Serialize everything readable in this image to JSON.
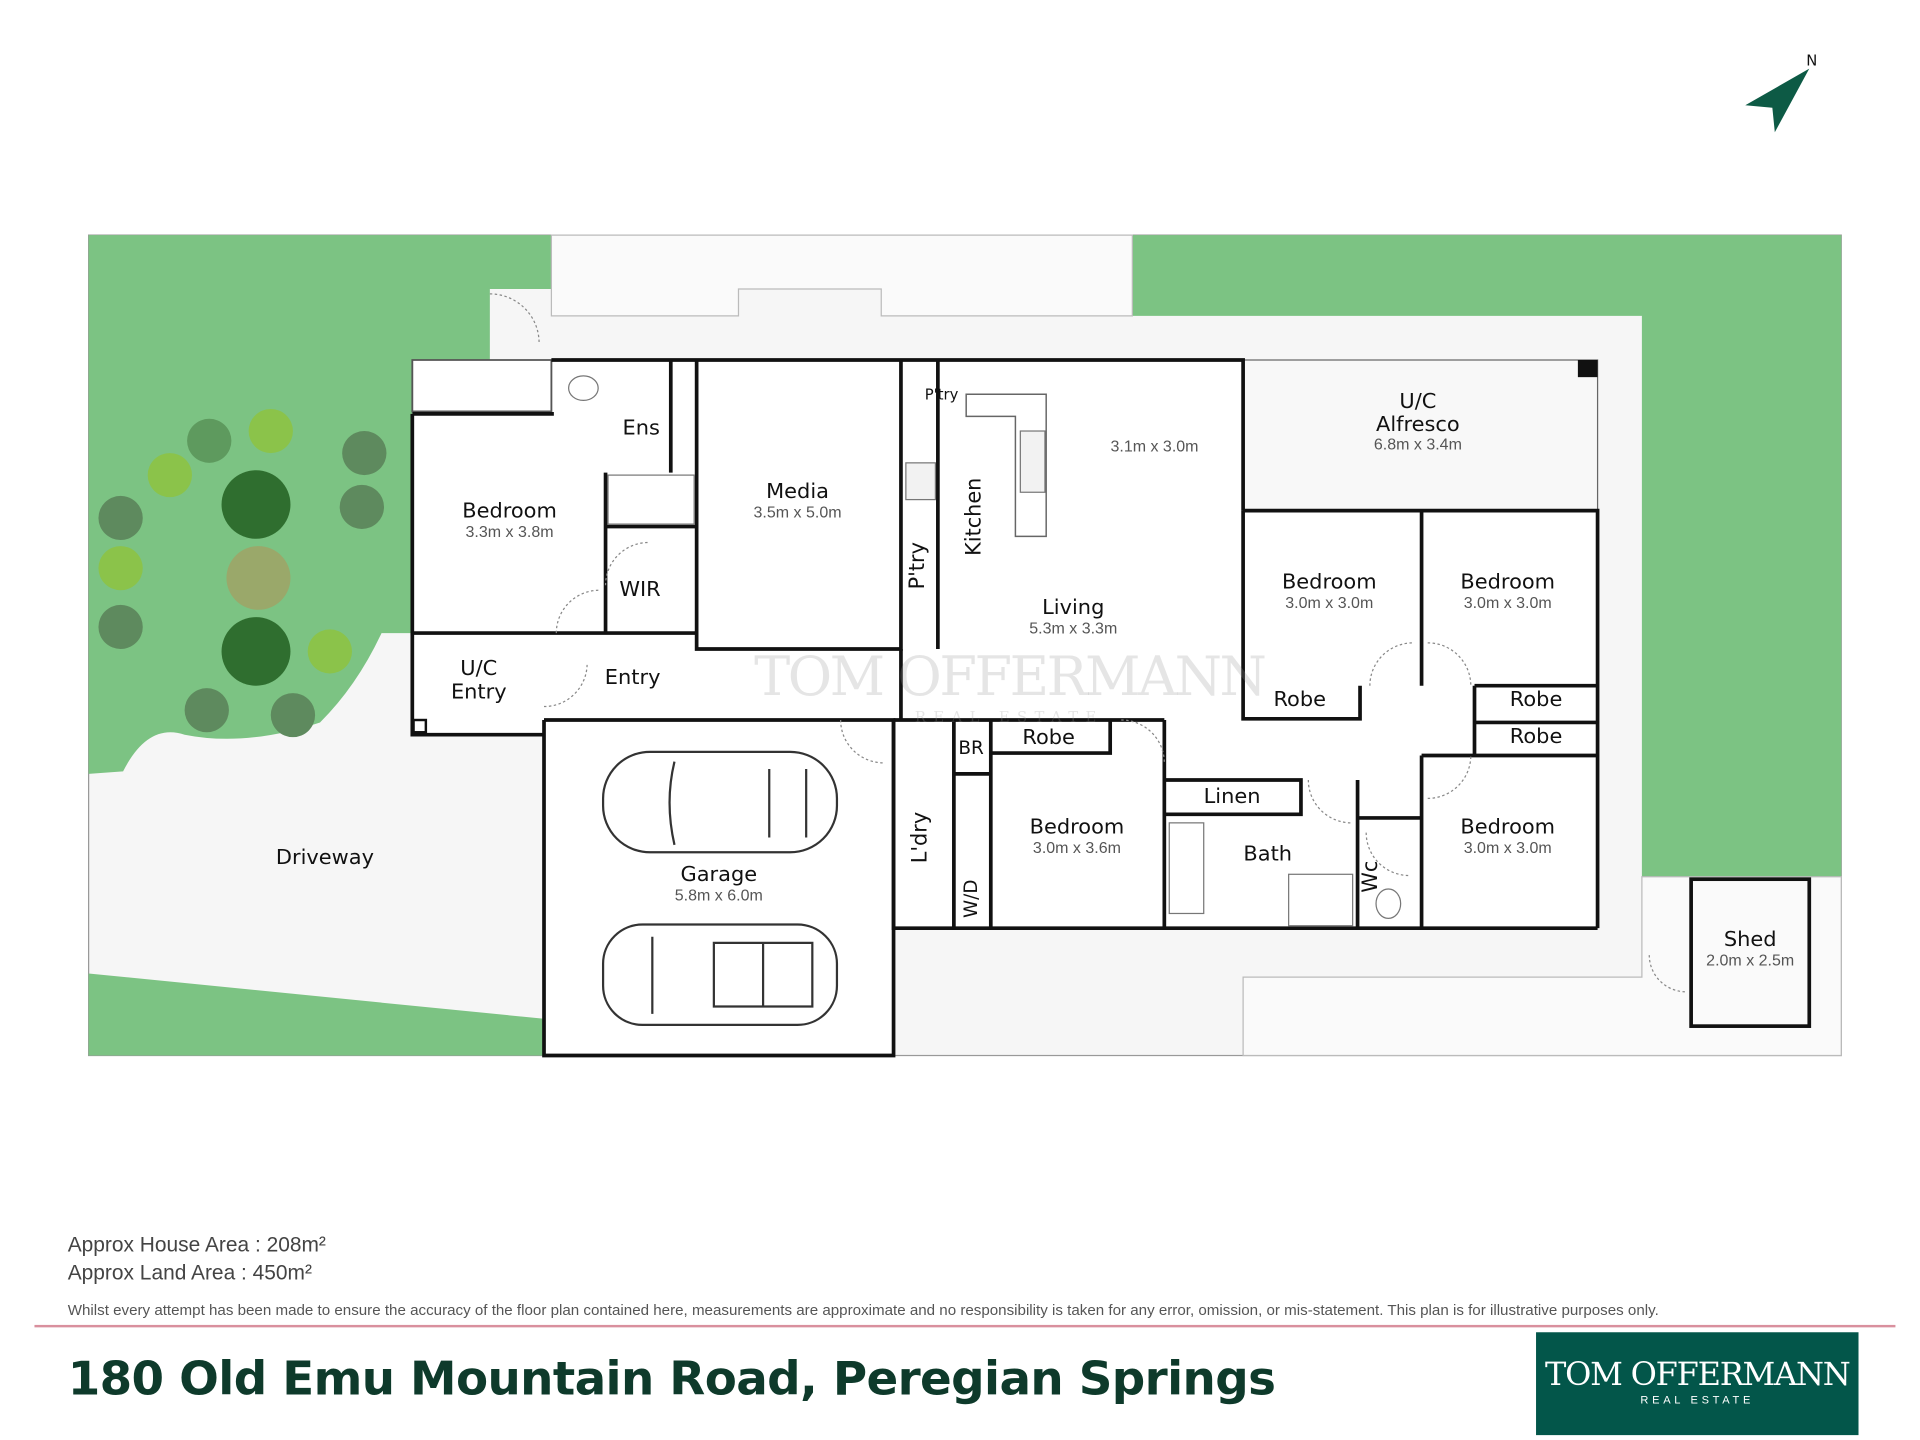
{
  "rooms": {
    "bedroom_main": {
      "name": "Bedroom",
      "dim": "3.3m x 3.8m"
    },
    "ens": {
      "name": "Ens"
    },
    "wir": {
      "name": "WIR"
    },
    "media": {
      "name": "Media",
      "dim": "3.5m x 5.0m"
    },
    "pantry_top": {
      "name": "P'try"
    },
    "pantry_side": {
      "name": "P'try"
    },
    "kitchen": {
      "name": "Kitchen",
      "dim": "3.1m x 3.0m"
    },
    "living": {
      "name": "Living",
      "dim": "5.3m x 3.3m"
    },
    "alfresco": {
      "name": "U/C",
      "name2": "Alfresco",
      "dim": "6.8m x 3.4m"
    },
    "bedroom_2": {
      "name": "Bedroom",
      "dim": "3.0m x 3.0m"
    },
    "bedroom_3": {
      "name": "Bedroom",
      "dim": "3.0m x 3.0m"
    },
    "bedroom_4": {
      "name": "Bedroom",
      "dim": "3.0m x 3.0m"
    },
    "bedroom_5": {
      "name": "Bedroom",
      "dim": "3.0m x 3.6m"
    },
    "robe_1": {
      "name": "Robe"
    },
    "robe_2": {
      "name": "Robe"
    },
    "robe_3": {
      "name": "Robe"
    },
    "robe_4": {
      "name": "Robe"
    },
    "uc_entry": {
      "name": "U/C",
      "name2": "Entry"
    },
    "entry": {
      "name": "Entry"
    },
    "garage": {
      "name": "Garage",
      "dim": "5.8m x 6.0m"
    },
    "br": {
      "name": "BR"
    },
    "laundry": {
      "name": "L'dry"
    },
    "wd": {
      "name": "W/D"
    },
    "linen": {
      "name": "Linen"
    },
    "bath": {
      "name": "Bath"
    },
    "wc": {
      "name": "Wc"
    },
    "driveway": {
      "name": "Driveway"
    },
    "shed": {
      "name": "Shed",
      "dim": "2.0m x 2.5m"
    }
  },
  "compass": {
    "label": "N"
  },
  "watermark": {
    "line1": "TOM OFFERMANN",
    "line2": "REAL ESTATE"
  },
  "footer": {
    "house_area": "Approx House Area : 208m²",
    "land_area": "Approx Land Area : 450m²",
    "disclaimer": "Whilst every attempt has been made to ensure the accuracy of the floor plan contained here, measurements are approximate and no responsibility is taken for any error, omission, or mis-statement. This plan is for illustrative purposes only.",
    "address": "180 Old Emu Mountain Road, Peregian Springs",
    "logo_line1": "TOM OFFERMANN",
    "logo_line2": "REAL ESTATE"
  },
  "colors": {
    "lawn": "#7cc383",
    "paving": "#f6f6f6",
    "wall": "#111111",
    "brand": "#03564a",
    "rule": "#d9909e"
  }
}
